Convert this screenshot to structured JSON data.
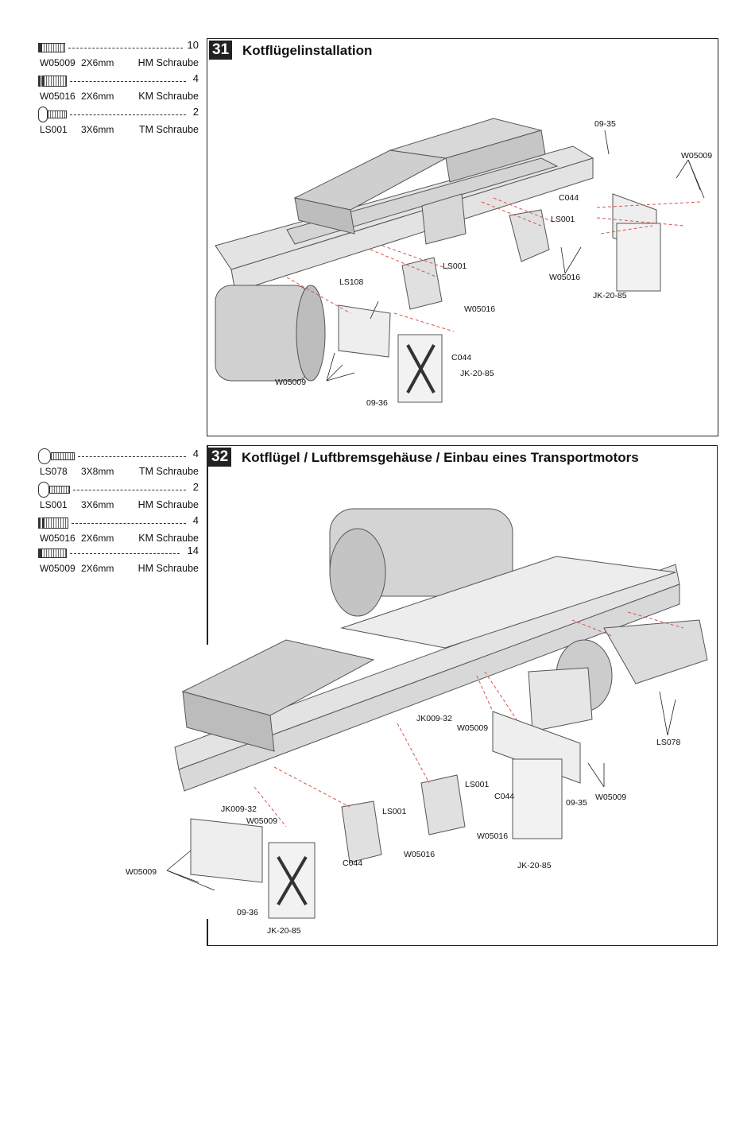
{
  "step31": {
    "number": "31",
    "title": "Kotflügelinstallation",
    "parts": [
      {
        "code": "W05009",
        "size": "2X6mm",
        "name": "HM Schraube",
        "qty": "10"
      },
      {
        "code": "W05016",
        "size": "2X6mm",
        "name": "KM Schraube",
        "qty": "4"
      },
      {
        "code": "LS001",
        "size": "3X6mm",
        "name": "TM Schraube",
        "qty": "2"
      }
    ],
    "labels": {
      "l1": "09-35",
      "l2": "W05009",
      "l3": "C044",
      "l4": "LS001",
      "l5": "W05016",
      "l6": "JK-20-85",
      "l7": "LS001",
      "l8": "LS108",
      "l9": "W05016",
      "l10": "C044",
      "l11": "JK-20-85",
      "l12": "W05009",
      "l13": "09-36"
    }
  },
  "step32": {
    "number": "32",
    "title": "Kotflügel / Luftbremsgehäuse / Einbau eines Transportmotors",
    "parts": [
      {
        "code": "LS078",
        "size": "3X8mm",
        "name": "TM Schraube",
        "qty": "4"
      },
      {
        "code": "LS001",
        "size": "3X6mm",
        "name": "HM Schraube",
        "qty": "2"
      },
      {
        "code": "W05016",
        "size": "2X6mm",
        "name": "KM Schraube",
        "qty": "4"
      },
      {
        "code": "W05009",
        "size": "2X6mm",
        "name": "HM Schraube",
        "qty": "14"
      }
    ],
    "labels": {
      "l1": "JK009-32",
      "l2": "W05009",
      "l3": "LS078",
      "l4": "LS001",
      "l5": "C044",
      "l6": "09-35",
      "l7": "W05009",
      "l8": "JK009-32",
      "l9": "W05009",
      "l10": "LS001",
      "l11": "W05016",
      "l12": "W05016",
      "l13": "JK-20-85",
      "l14": "W05009",
      "l15": "C044",
      "l16": "09-36",
      "l17": "JK-20-85"
    }
  }
}
